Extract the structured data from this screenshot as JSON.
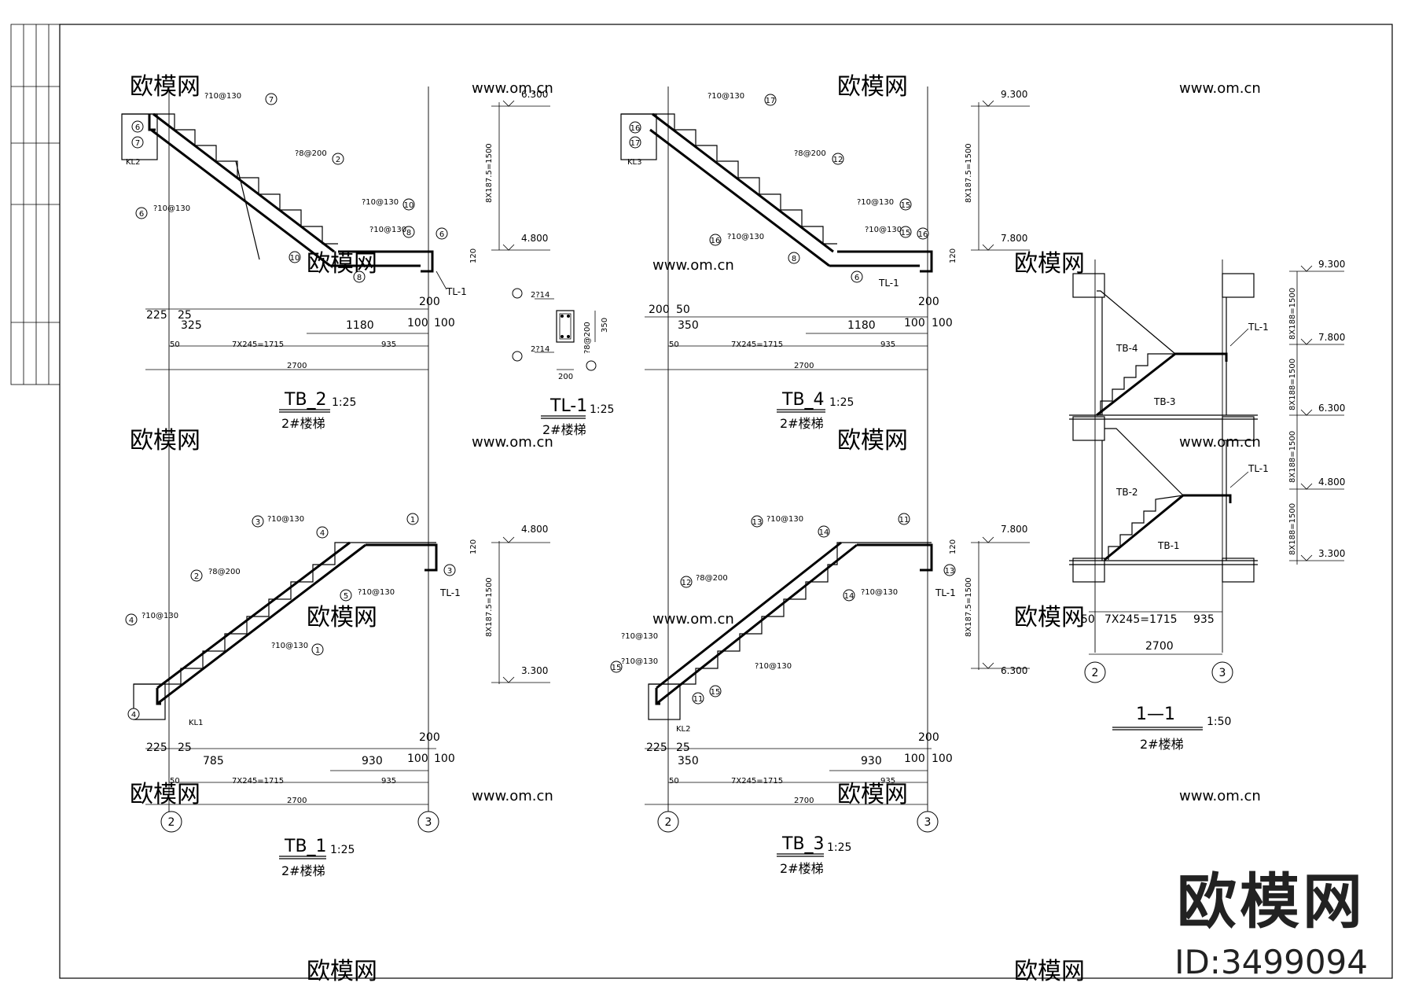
{
  "drawing": {
    "panels": [
      {
        "id": "tb2",
        "title": "TB_2",
        "scale": "1:25",
        "subtitle": "2#楼梯"
      },
      {
        "id": "tl1",
        "title": "TL-1",
        "scale": "1:25",
        "subtitle": "2#楼梯"
      },
      {
        "id": "tb4",
        "title": "TB_4",
        "scale": "1:25",
        "subtitle": "2#楼梯"
      },
      {
        "id": "tb1",
        "title": "TB_1",
        "scale": "1:25",
        "subtitle": "2#楼梯"
      },
      {
        "id": "tb3",
        "title": "TB_3",
        "scale": "1:25",
        "subtitle": "2#楼梯"
      },
      {
        "id": "sec",
        "title": "1—1",
        "scale": "1:50",
        "subtitle": "2#楼梯"
      }
    ],
    "elevations": {
      "tb2": [
        "6.300",
        "4.800"
      ],
      "tb4": [
        "9.300",
        "7.800"
      ],
      "tb1": [
        "4.800",
        "3.300"
      ],
      "tb3": [
        "7.800",
        "6.300"
      ],
      "section": [
        "9.300",
        "7.800",
        "6.300",
        "4.800",
        "3.300"
      ]
    },
    "rise_note": "8X187.5=1500",
    "section_rise_notes": [
      "8X188=1500",
      "8X188=1500",
      "8X188=1500",
      "8X188=1500"
    ],
    "dims": {
      "run": "7X245=1715",
      "landing": "935",
      "total": "2700",
      "start": "50",
      "d1180": "1180",
      "d930": "930",
      "d785": "785",
      "d325": "325",
      "d350": "350",
      "d225": "225",
      "d25": "25",
      "d200": "200",
      "d100": "100",
      "d120": "120"
    },
    "rebar": {
      "r10_130": "?10@130",
      "r8_200": "?8@200",
      "r2_14": "2?14",
      "r8_200v": "?8@200",
      "beam_h": "350",
      "beam_w": "200"
    },
    "labels": {
      "tl1": "TL-1",
      "kl1": "KL1",
      "kl2": "KL2",
      "kl3": "KL3",
      "tb1": "TB-1",
      "tb2": "TB-2",
      "tb3": "TB-3",
      "tb4": "TB-4"
    },
    "markers": {
      "tb2": [
        "6",
        "7",
        "2",
        "6",
        "8",
        "10",
        "10",
        "8",
        "6",
        "7"
      ],
      "tb4": [
        "16",
        "17",
        "12",
        "16",
        "15",
        "15",
        "16",
        "8",
        "6",
        "17"
      ],
      "tb1": [
        "3",
        "4",
        "2",
        "4",
        "1",
        "5",
        "1",
        "3",
        "4"
      ],
      "tb3": [
        "13",
        "14",
        "12",
        "14",
        "15",
        "11",
        "15",
        "11",
        "13"
      ]
    },
    "axes": [
      "2",
      "3"
    ]
  },
  "watermark": {
    "cn": "欧模网",
    "url": "www.om.cn",
    "brand": "欧模网",
    "id": "ID:3499094"
  }
}
